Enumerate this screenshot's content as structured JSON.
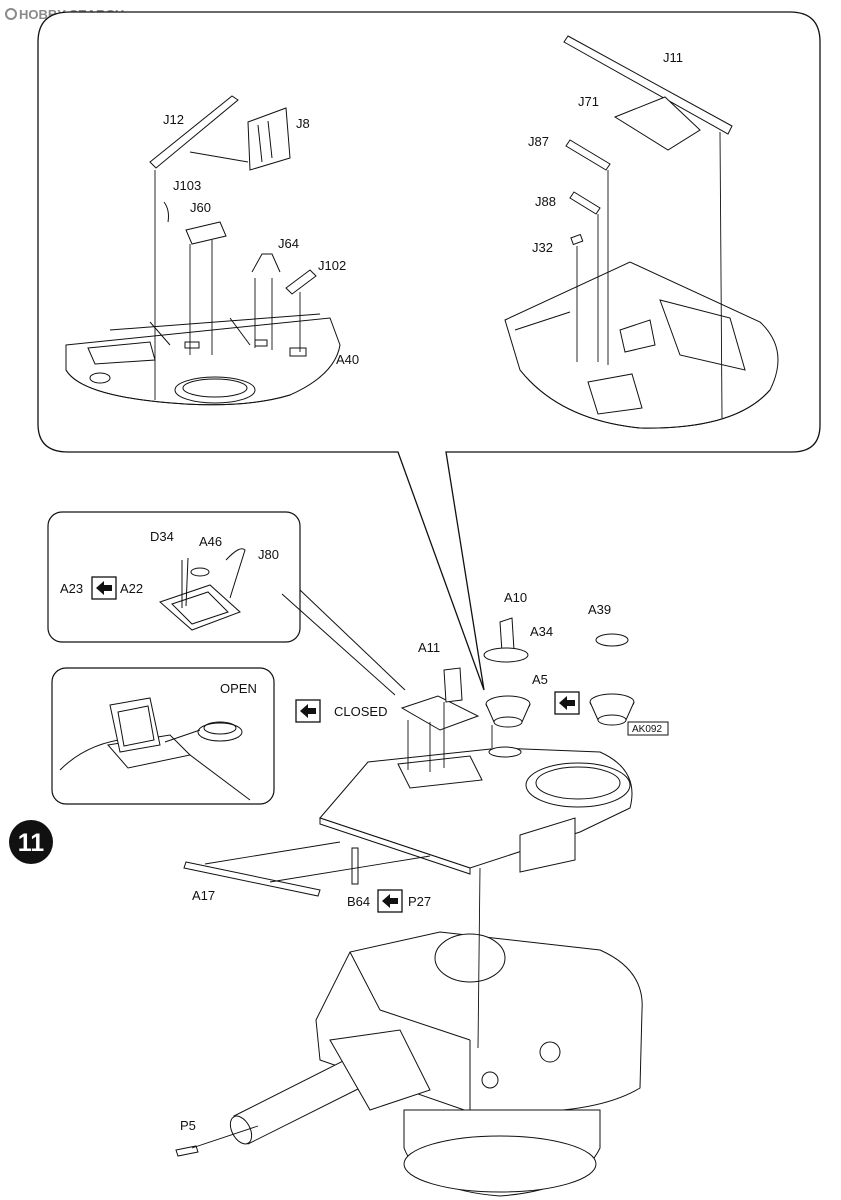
{
  "watermark": "HOBBY SEARCH",
  "step_number": "11",
  "upper_panel": {
    "left_group": [
      "J12",
      "J8",
      "J103",
      "J60",
      "J64",
      "J102",
      "A40"
    ],
    "right_group": [
      "J11",
      "J71",
      "J87",
      "J88",
      "J32"
    ]
  },
  "hatch_panel": {
    "labels": [
      "D34",
      "A46",
      "J80",
      "A23",
      "A22"
    ]
  },
  "open_panel": {
    "title": "OPEN"
  },
  "closed_label": "CLOSED",
  "parts": {
    "a11": "A11",
    "a10": "A10",
    "a34": "A34",
    "a5": "A5",
    "a39": "A39",
    "ak092": "AK092",
    "a17": "A17",
    "b64": "B64",
    "p27": "P27",
    "p5": "P5"
  }
}
